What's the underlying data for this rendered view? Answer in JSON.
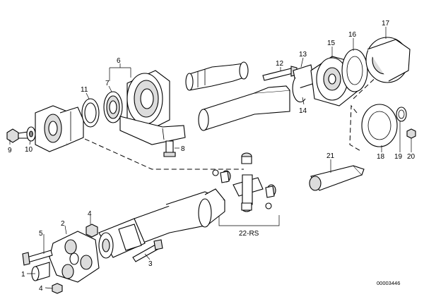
{
  "labels": {
    "p1": "1",
    "p2": "2",
    "p3": "3",
    "p4a": "4",
    "p4b": "4",
    "p5": "5",
    "p6": "6",
    "p7": "7",
    "p8": "8",
    "p9": "9",
    "p10": "10",
    "p11": "11",
    "p12": "12",
    "p13": "13",
    "p14": "14",
    "p15": "15",
    "p16": "16",
    "p17": "17",
    "p18": "18",
    "p19": "19",
    "p20": "20",
    "p21": "21",
    "p22": "22-RS"
  },
  "reference_number": "00003446"
}
